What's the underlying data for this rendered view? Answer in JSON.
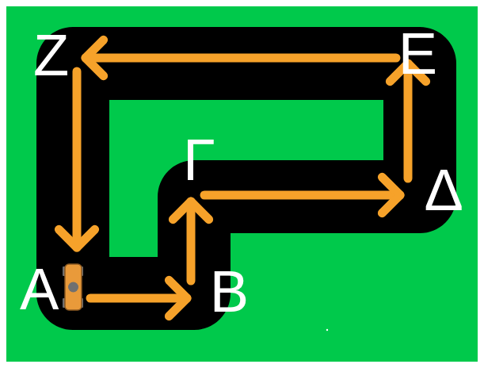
{
  "diagram": {
    "nodes": [
      {
        "text": [
          "Z"
        ]
      },
      {
        "text": [
          "E"
        ]
      },
      {
        "text": [
          "Γ"
        ]
      },
      {
        "text": [
          "Δ"
        ]
      },
      {
        "text": [
          "A"
        ]
      },
      {
        "text": [
          "B"
        ]
      }
    ],
    "edges": [
      {
        "from": 4,
        "to": 5,
        "arrow": "to"
      },
      {
        "from": 5,
        "to": 2,
        "arrow": "to"
      },
      {
        "from": 2,
        "to": 3,
        "arrow": "to"
      },
      {
        "from": 3,
        "to": 1,
        "arrow": "to"
      },
      {
        "from": 1,
        "to": 0,
        "arrow": "to"
      },
      {
        "from": 0,
        "to": 4,
        "arrow": "to"
      }
    ]
  }
}
